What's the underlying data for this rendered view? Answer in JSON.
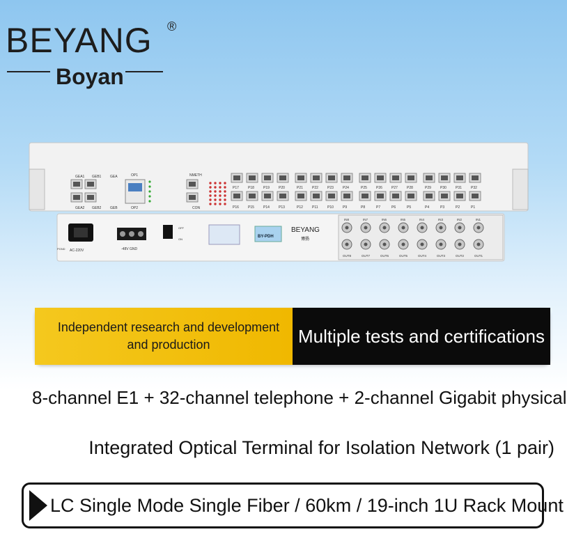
{
  "brand": {
    "name": "BEYANG",
    "registered": "®",
    "subname": "Boyan"
  },
  "device": {
    "top_labels": [
      "GEA1",
      "GEB1",
      "GEA",
      "OP1",
      "NMETH"
    ],
    "bottom_labels": [
      "GEA2",
      "GEB2",
      "GEB",
      "OP2",
      "CON"
    ],
    "phone_top": [
      "P17",
      "P18",
      "P19",
      "P20",
      "P21",
      "P22",
      "P23",
      "P24",
      "P25",
      "P26",
      "P27",
      "P28",
      "P29",
      "P30",
      "P31",
      "P32"
    ],
    "phone_bottom": [
      "P16",
      "P15",
      "P14",
      "P13",
      "P12",
      "P11",
      "P10",
      "P9",
      "P8",
      "P7",
      "P6",
      "P5",
      "P4",
      "P3",
      "P2",
      "P1"
    ],
    "power_label": "AC-220V",
    "dc_label": "-48V GND",
    "pgnd": "PGND",
    "switch_off": "OFF",
    "switch_on": "ON",
    "rear_brand": "BEYANG",
    "rear_brand_cn": "博扬",
    "model": "BY-PDH",
    "coax_in": [
      "IN8",
      "IN7",
      "IN6",
      "IN5",
      "IN4",
      "IN3",
      "IN2",
      "IN1"
    ],
    "coax_out": [
      "OUT8",
      "OUT7",
      "OUT6",
      "OUT5",
      "OUT4",
      "OUT3",
      "OUT2",
      "OUT1"
    ]
  },
  "banner": {
    "left": "Independent research and development and production",
    "right": "Multiple tests and certifications"
  },
  "lines": {
    "line1": "8-channel E1 + 32-channel telephone + 2-channel Gigabit physical",
    "line2": "Integrated Optical Terminal for Isolation Network (1 pair)",
    "line3": "LC Single Mode Single Fiber / 60km / 19-inch 1U Rack Mount"
  }
}
